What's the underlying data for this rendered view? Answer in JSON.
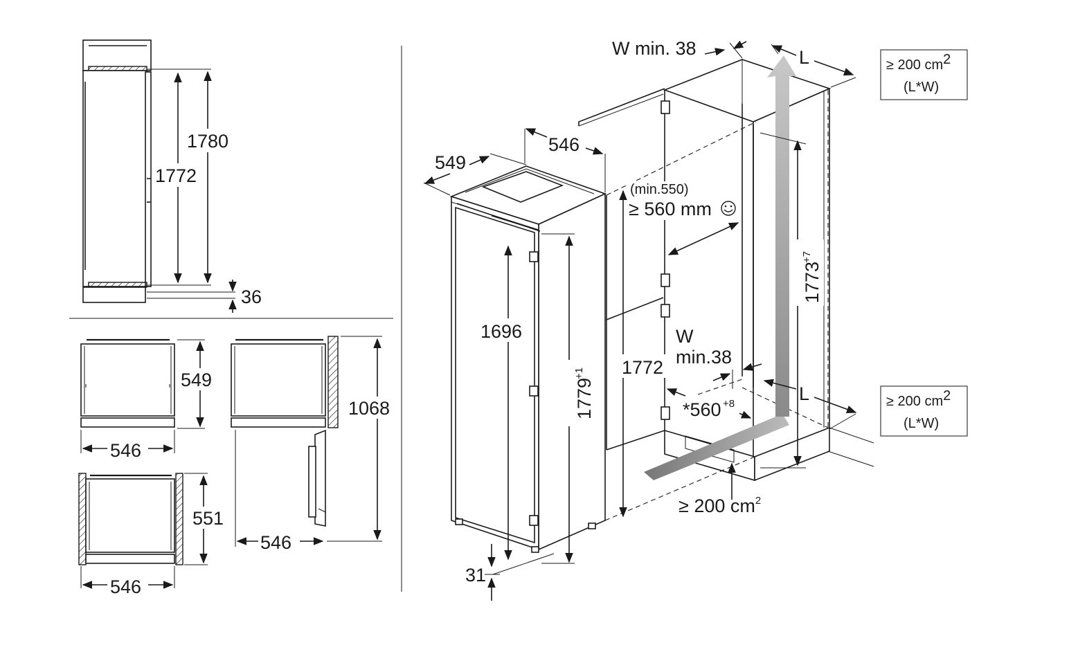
{
  "side_view": {
    "height_outer": "1780",
    "height_inner": "1772",
    "plinth_gap": "36"
  },
  "plan_views": {
    "top_left": {
      "depth": "549",
      "width": "546"
    },
    "top_right": {
      "depth_open": "1068",
      "width": "546"
    },
    "bottom_left": {
      "depth": "551",
      "width": "546"
    }
  },
  "appliance": {
    "depth": "549",
    "width": "546",
    "inner_height": "1696",
    "total_height_base": "1779",
    "total_height_tol": "+1",
    "foot_height": "31"
  },
  "niche": {
    "width_alt": "(min.550)",
    "width_main": "≥ 560 mm",
    "height": "1772",
    "gap_label": "W",
    "gap_value": "min.38",
    "niche_width_base": "*560",
    "niche_width_tol": "+8",
    "niche_height_base": "1773",
    "niche_height_tol": "+7",
    "top_gap": "W min. 38",
    "length_top": "L",
    "length_bottom": "L",
    "vent_bottom_base": "≥ 200 cm",
    "vent_bottom_exp": "2"
  },
  "vent_boxes": [
    {
      "line1_base": "≥ 200 cm",
      "line1_exp": "2",
      "line2": "(L*W)"
    },
    {
      "line1_base": "≥ 200 cm",
      "line1_exp": "2",
      "line2": "(L*W)"
    }
  ]
}
